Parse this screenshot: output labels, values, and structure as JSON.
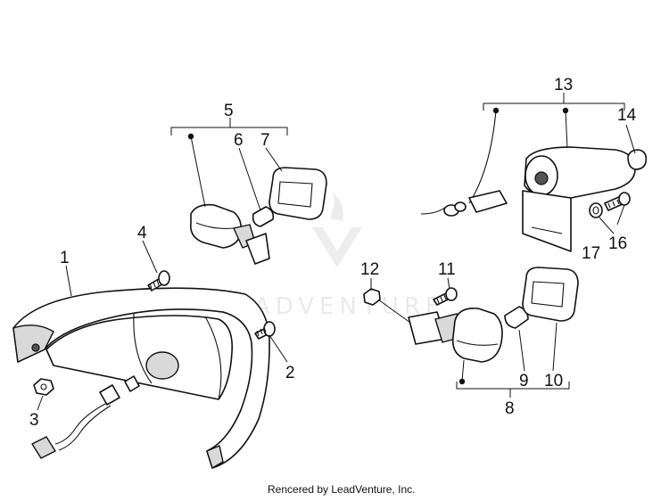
{
  "diagram": {
    "callouts": {
      "c1": "1",
      "c2": "2",
      "c3": "3",
      "c4": "4",
      "c5": "5",
      "c6": "6",
      "c7": "7",
      "c8": "8",
      "c9": "9",
      "c10": "10",
      "c11": "11",
      "c12": "12",
      "c13": "13",
      "c14": "14",
      "c16": "16",
      "c17": "17"
    },
    "watermark": "LEADVENTURE",
    "footer": "Rencered by LeadVenture, Inc."
  }
}
